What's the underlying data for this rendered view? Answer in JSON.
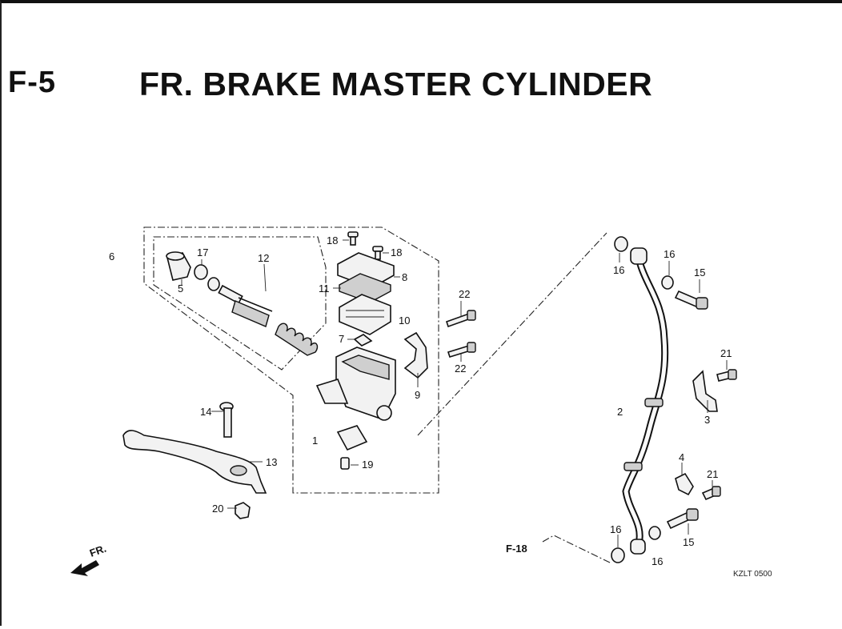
{
  "header": {
    "code": "F-5",
    "title": "FR. BRAKE MASTER CYLINDER"
  },
  "callouts": [
    {
      "id": "c1",
      "text": "1"
    },
    {
      "id": "c2",
      "text": "2"
    },
    {
      "id": "c3",
      "text": "3"
    },
    {
      "id": "c4",
      "text": "4"
    },
    {
      "id": "c5",
      "text": "5"
    },
    {
      "id": "c6",
      "text": "6"
    },
    {
      "id": "c7",
      "text": "7"
    },
    {
      "id": "c8",
      "text": "8"
    },
    {
      "id": "c9",
      "text": "9"
    },
    {
      "id": "c10",
      "text": "10"
    },
    {
      "id": "c11",
      "text": "11"
    },
    {
      "id": "c12",
      "text": "12"
    },
    {
      "id": "c13",
      "text": "13"
    },
    {
      "id": "c14",
      "text": "14"
    },
    {
      "id": "c15a",
      "text": "15"
    },
    {
      "id": "c15b",
      "text": "15"
    },
    {
      "id": "c16a",
      "text": "16"
    },
    {
      "id": "c16b",
      "text": "16"
    },
    {
      "id": "c16c",
      "text": "16"
    },
    {
      "id": "c16d",
      "text": "16"
    },
    {
      "id": "c17",
      "text": "17"
    },
    {
      "id": "c18a",
      "text": "18"
    },
    {
      "id": "c18b",
      "text": "18"
    },
    {
      "id": "c19",
      "text": "19"
    },
    {
      "id": "c20",
      "text": "20"
    },
    {
      "id": "c21a",
      "text": "21"
    },
    {
      "id": "c21b",
      "text": "21"
    },
    {
      "id": "c22a",
      "text": "22"
    },
    {
      "id": "c22b",
      "text": "22"
    }
  ],
  "refs": {
    "cross_ref": "F-18",
    "front_marker": "FR.",
    "drawing_code": "KZLT 0500"
  }
}
